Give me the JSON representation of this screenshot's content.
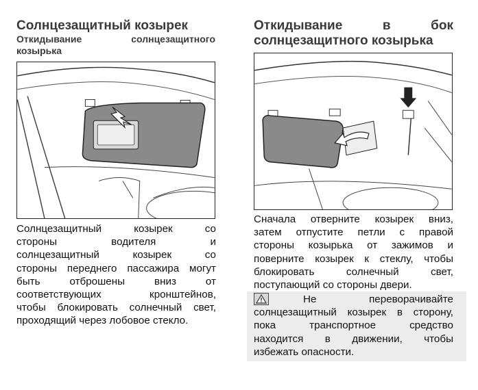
{
  "left": {
    "title": "Солнцезащитный козырек",
    "subtitle_line1": "Откидывание солнцезащитного",
    "subtitle_line2": "козырька",
    "body_lines": [
      "Солнцезащитный козырек со",
      "стороны водителя и",
      "солнцезащитный козырек со",
      "стороны переднего пассажира могут",
      "быть отброшены вниз от",
      "соответствующих кронштейнов,",
      "чтобы блокировать солнечный свет,",
      "проходящий через лобовое стекло."
    ]
  },
  "right": {
    "title_line1": "Откидывание в бок",
    "title_line2": "солнцезащитного козырька",
    "body_lines": [
      "Сначала отверните козырек вниз,",
      "затем отпустите петли с правой",
      "стороны козырька от зажимов и",
      "поверните козырек к стеклу, чтобы",
      "блокировать солнечный свет,",
      "поступающий со стороны двери."
    ],
    "warning_lines": [
      "Не переворачивайте",
      "солнцезащитный козырек в сторону,",
      "пока транспортное средство",
      "находится в движении, чтобы",
      "избежать опасности."
    ]
  },
  "icons": {
    "warning": "warning-triangle-icon"
  }
}
